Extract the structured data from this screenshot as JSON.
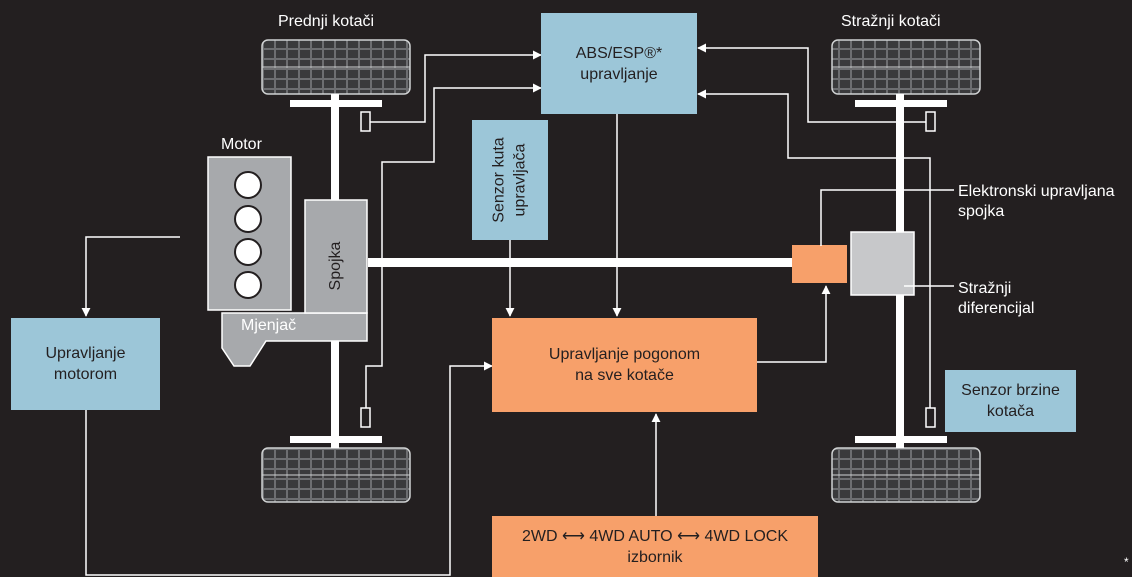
{
  "labels": {
    "front_wheels": "Prednji kotači",
    "rear_wheels": "Stražnji kotači",
    "motor": "Motor",
    "clutch": "Spojka",
    "gearbox": "Mjenjač",
    "electronic_clutch_line1": "Elektronski upravljana",
    "electronic_clutch_line2": "spojka",
    "rear_diff_line1": "Stražnji",
    "rear_diff_line2": "diferencijal",
    "footnote": "*"
  },
  "boxes": {
    "abs_line1": "ABS/ESP®*",
    "abs_line2": "upravljanje",
    "steering_sensor_line1": "Senzor kuta",
    "steering_sensor_line2": "upravljača",
    "engine_control_line1": "Upravljanje",
    "engine_control_line2": "motorom",
    "awd_control_line1": "Upravljanje pogonom",
    "awd_control_line2": "na sve kotače",
    "wheel_speed_line1": "Senzor brzine",
    "wheel_speed_line2": "kotača",
    "selector_line1": "2WD ⟷ 4WD AUTO ⟷ 4WD LOCK",
    "selector_line2": "izbornik"
  },
  "colors": {
    "background": "#231f20",
    "box_blue": "#9cc6d8",
    "box_orange": "#f7a06a",
    "component_gray": "#a7a9ac",
    "line": "#ffffff"
  }
}
